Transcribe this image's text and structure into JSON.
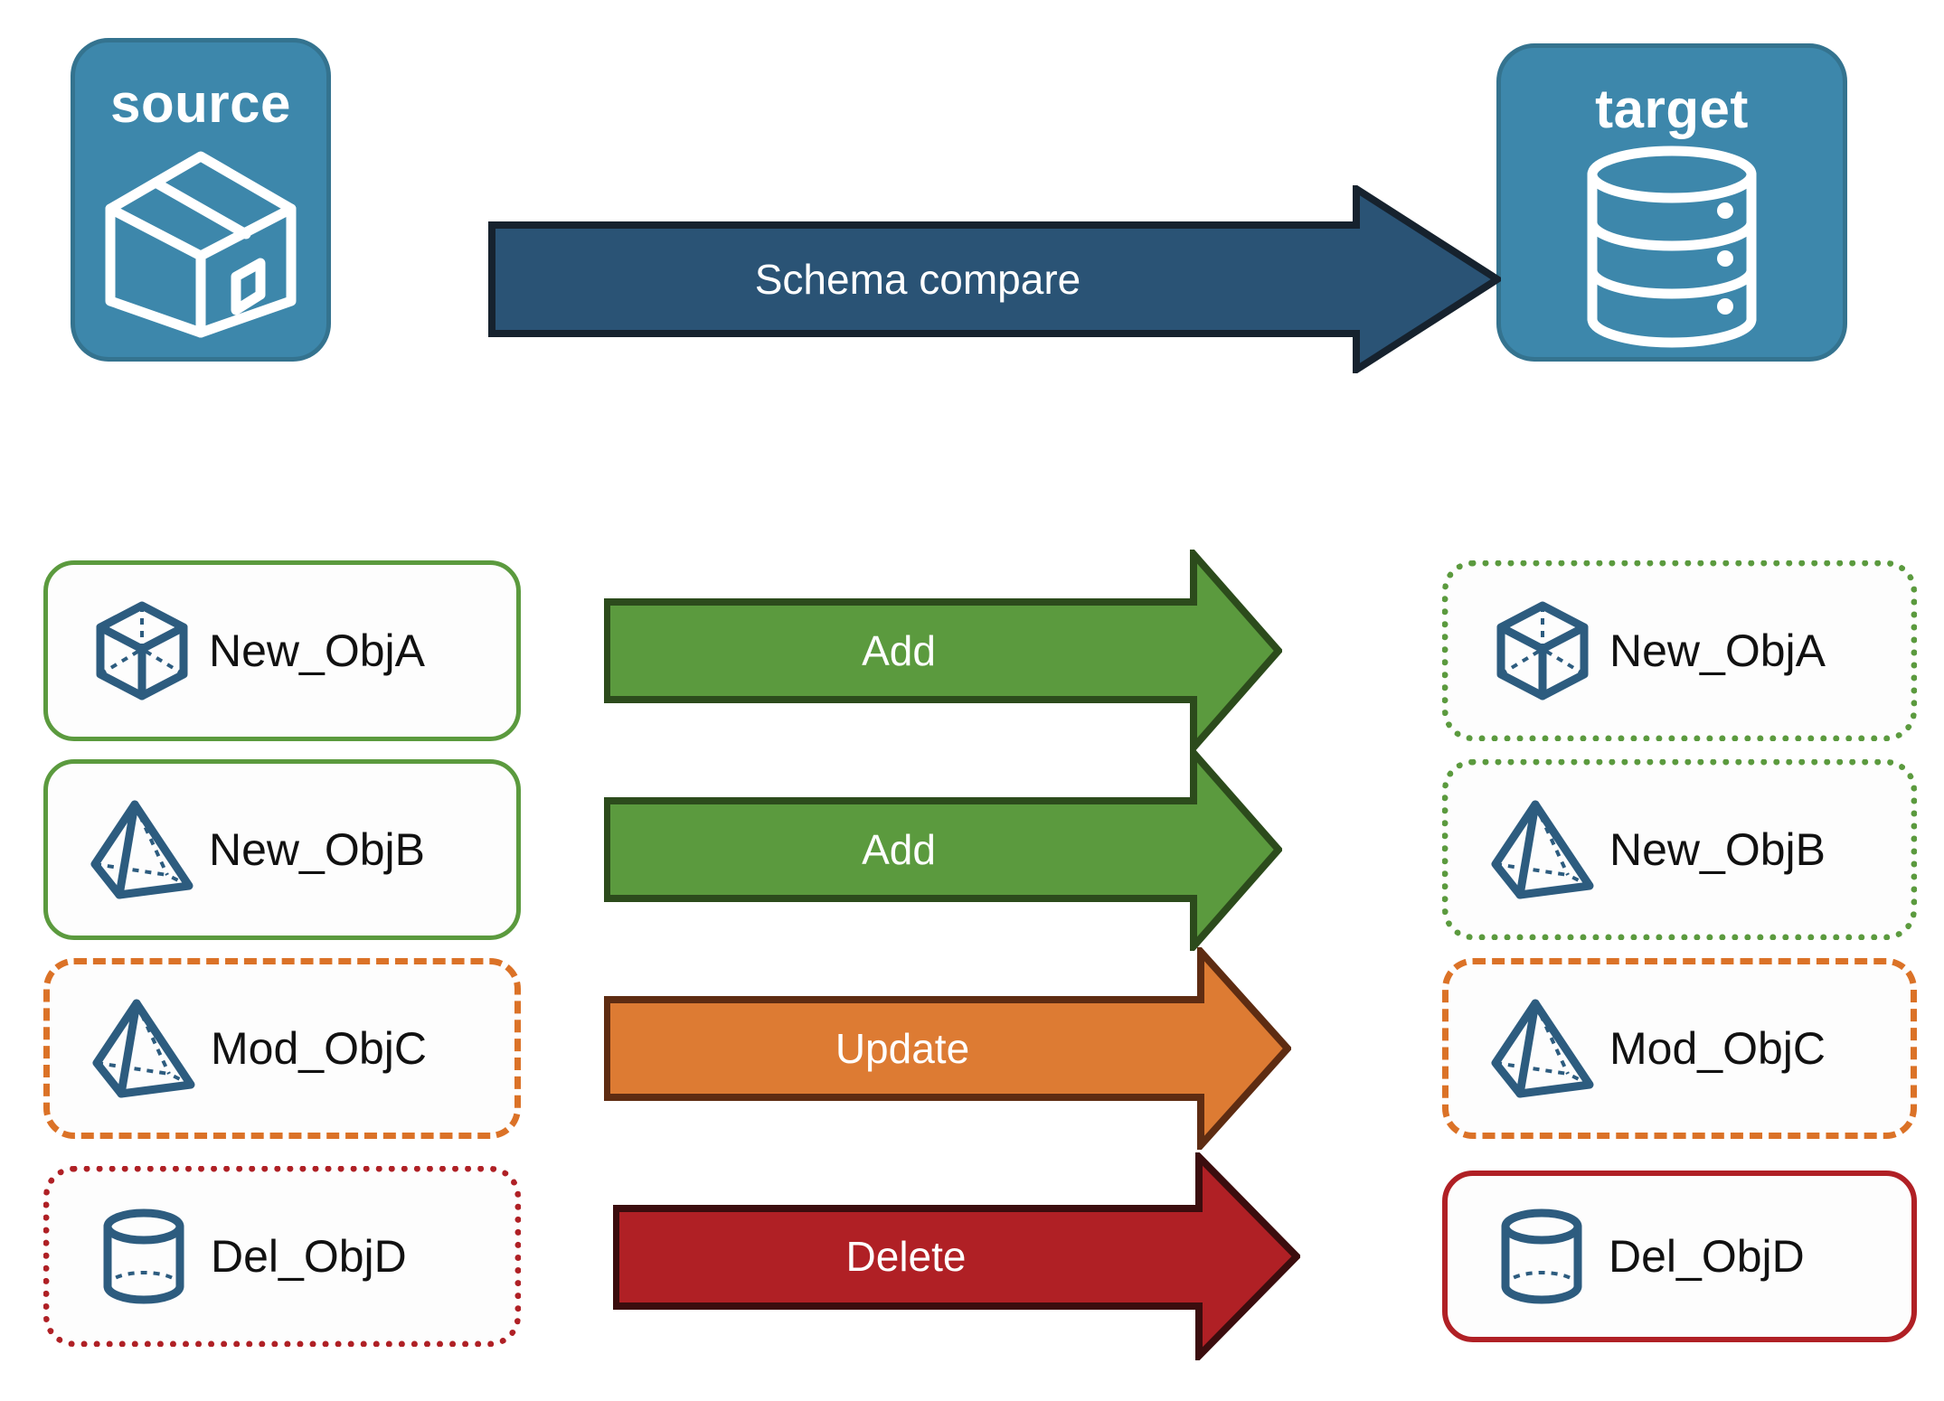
{
  "diagram": {
    "title_hidden": "",
    "endpoints": {
      "source": {
        "label": "source",
        "icon": "package-box-icon",
        "fill": "#3D87AB",
        "stroke": "#34738F"
      },
      "target": {
        "label": "target",
        "icon": "database-cylinder-icon",
        "fill": "#3D87AB",
        "stroke": "#34738F"
      }
    },
    "main_arrow": {
      "label": "Schema compare",
      "fill": "#2A5375",
      "stroke": "#16222E",
      "text_color": "#FFFFFF"
    },
    "rows": [
      {
        "source": {
          "name": "New_ObjA",
          "icon": "wireframe-cube-icon",
          "border_style": "solid",
          "border_color": "#5B9A3E"
        },
        "action": {
          "label": "Add",
          "fill": "#5B9A3E",
          "stroke": "#2C4B1C",
          "text_color": "#FFFFFF"
        },
        "target": {
          "name": "New_ObjA",
          "icon": "wireframe-cube-icon",
          "border_style": "dotted",
          "border_color": "#5B9A3E"
        }
      },
      {
        "source": {
          "name": "New_ObjB",
          "icon": "wireframe-pyramid-icon",
          "border_style": "solid",
          "border_color": "#5B9A3E"
        },
        "action": {
          "label": "Add",
          "fill": "#5B9A3E",
          "stroke": "#2C4B1C",
          "text_color": "#FFFFFF"
        },
        "target": {
          "name": "New_ObjB",
          "icon": "wireframe-pyramid-icon",
          "border_style": "dotted",
          "border_color": "#5B9A3E"
        }
      },
      {
        "source": {
          "name": "Mod_ObjC",
          "icon": "wireframe-pyramid-icon",
          "border_style": "dashed",
          "border_color": "#DB7227"
        },
        "action": {
          "label": "Update",
          "fill": "#DD7B33",
          "stroke": "#5E2C12",
          "text_color": "#FFFFFF"
        },
        "target": {
          "name": "Mod_ObjC",
          "icon": "wireframe-pyramid-icon",
          "border_style": "dashed",
          "border_color": "#DB7227"
        }
      },
      {
        "source": {
          "name": "Del_ObjD",
          "icon": "wireframe-cylinder-icon",
          "border_style": "dotted",
          "border_color": "#AF2025"
        },
        "action": {
          "label": "Delete",
          "fill": "#B02025",
          "stroke": "#3B0D0E",
          "text_color": "#FFFFFF"
        },
        "target": {
          "name": "Del_ObjD",
          "icon": "wireframe-cylinder-icon",
          "border_style": "solid",
          "border_color": "#B02025"
        }
      }
    ]
  }
}
